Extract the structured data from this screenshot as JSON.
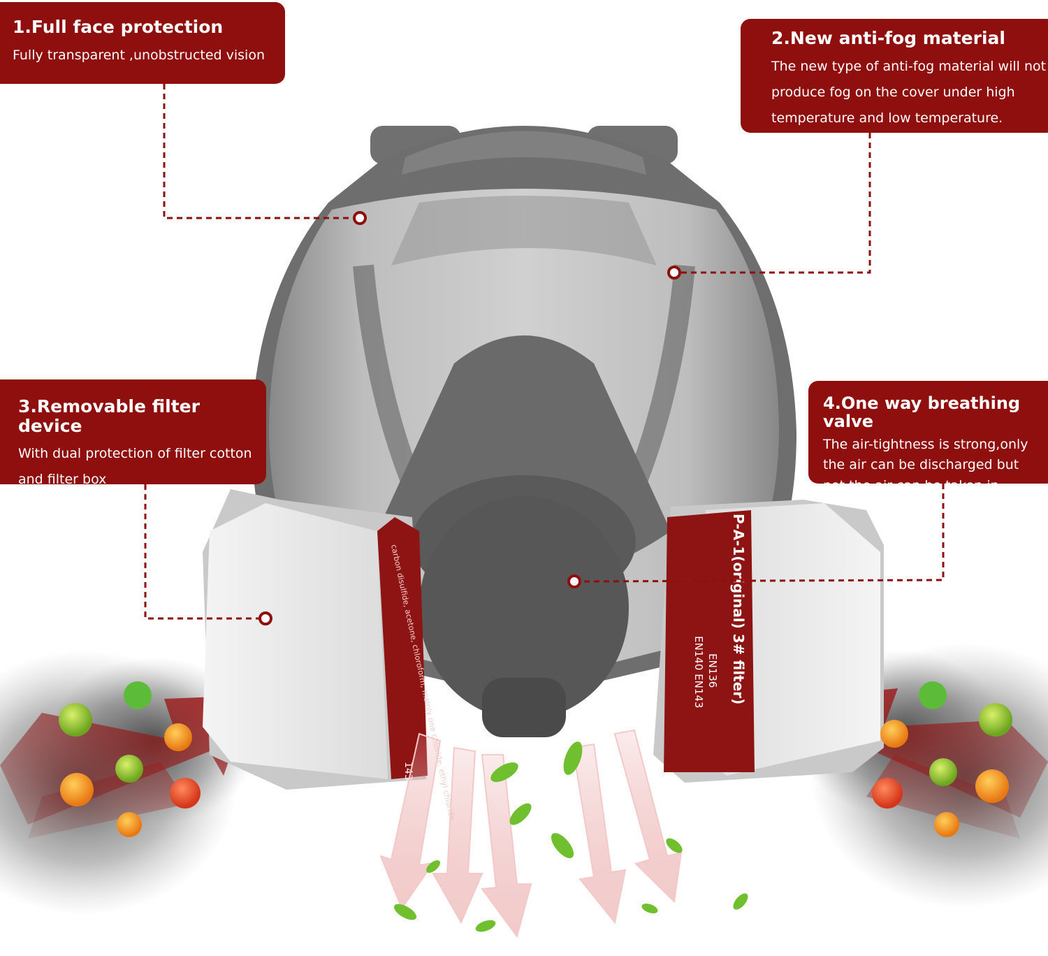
{
  "features": [
    {
      "title": "1.Full face protection",
      "description": [
        "Fully transparent ,unobstructed vision"
      ]
    },
    {
      "title": "2.New anti-fog material",
      "description": [
        "The new type of anti-fog material will not",
        "produce fog on the cover under high",
        "temperature and low temperature."
      ]
    },
    {
      "title": "3.Removable filter device",
      "description": [
        "With dual protection of filter cotton",
        "and filter box"
      ]
    },
    {
      "title": "4.One way breathing valve",
      "description": [
        "The air-tightness is strong,only",
        "the air can be discharged but",
        "not the air can be taken in"
      ]
    }
  ],
  "filter_labels": {
    "right_main": "P-A-1(original) 3# filter)",
    "right_standard_1": "EN140 EN143",
    "right_standard_2": "EN136",
    "left_text": "carbon disulfide, acetone, chloroform, mainly one chloride, ethyl chloride",
    "left_code": "143"
  },
  "colors": {
    "callout_background": "#8f0f0f",
    "callout_text": "#ffffff",
    "leader_line": "#8f0f0f",
    "mask_grey": "#5e5e5e",
    "filter_red": "#8e1414"
  },
  "icons": [
    "germ-icon",
    "leaf-icon",
    "air-flow-arrow-icon",
    "polluted-air-arrow-icon"
  ]
}
